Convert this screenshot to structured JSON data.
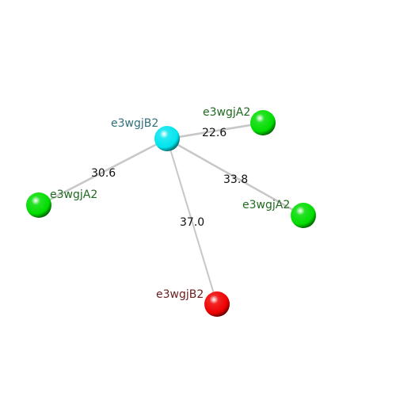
{
  "nodes": [
    {
      "id": "center",
      "label": "e3wgjB2",
      "color": "#00e5ee",
      "label_color": "#2f6f78"
    },
    {
      "id": "top-right",
      "label": "e3wgjA2",
      "color": "#00dd00",
      "label_color": "#1f6a1f"
    },
    {
      "id": "left",
      "label": "e3wgjA2",
      "color": "#00dd00",
      "label_color": "#1f6a1f"
    },
    {
      "id": "right",
      "label": "e3wgjA2",
      "color": "#00dd00",
      "label_color": "#1f6a1f"
    },
    {
      "id": "bottom",
      "label": "e3wgjB2",
      "color": "#ee0000",
      "label_color": "#6a1f1f"
    }
  ],
  "edges": [
    {
      "from": "center",
      "to": "top-right",
      "label": "22.6"
    },
    {
      "from": "center",
      "to": "left",
      "label": "30.6"
    },
    {
      "from": "center",
      "to": "right",
      "label": "33.8"
    },
    {
      "from": "center",
      "to": "bottom",
      "label": "37.0"
    }
  ],
  "edge_color": "#c8c8c8",
  "background": "#ffffff"
}
